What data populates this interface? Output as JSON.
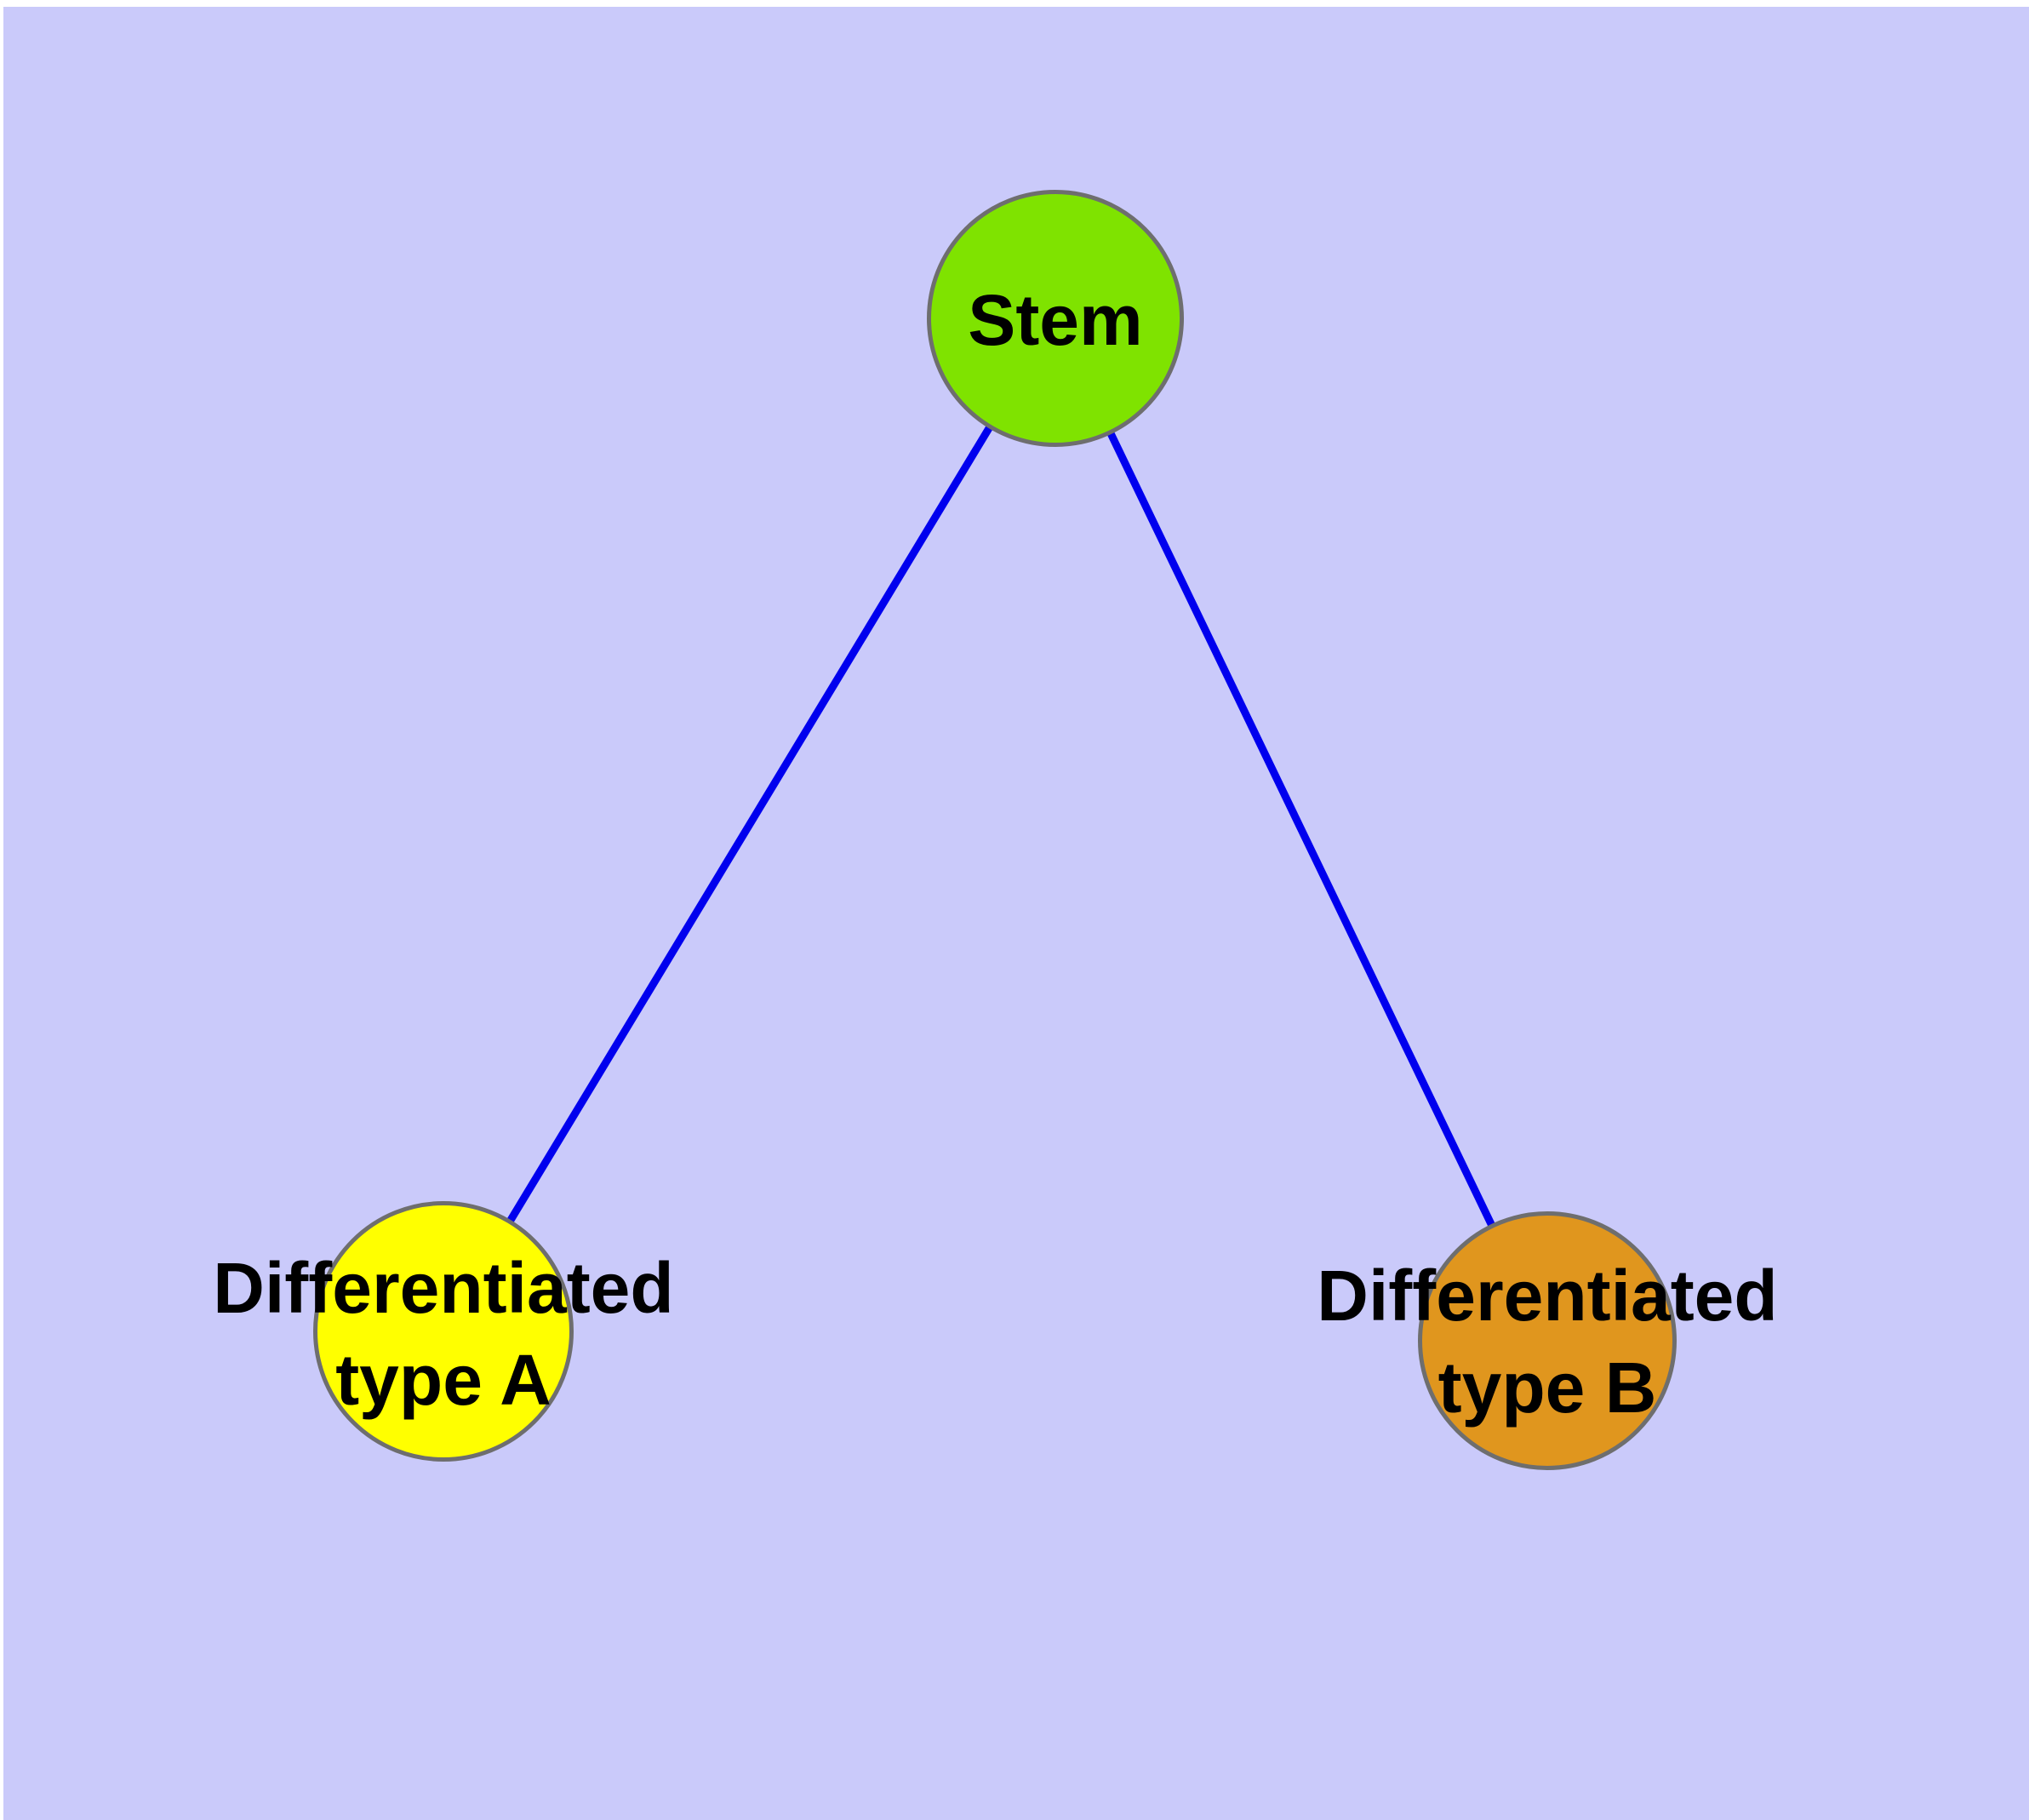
{
  "diagram": {
    "type": "node-link-graph",
    "description": "Tree of a stem cell differentiating into two cell types",
    "nodes": {
      "stem": {
        "label": "Stem",
        "fill": "#7FE300",
        "shape": "circle"
      },
      "type_a": {
        "label_lines": [
          "Differentiated",
          "type A"
        ],
        "fill": "#FFFF00",
        "shape": "circle"
      },
      "type_b": {
        "label_lines": [
          "Differentiated",
          "type B"
        ],
        "fill": "#E0961E",
        "shape": "circle"
      }
    },
    "edges": [
      {
        "from": "Stem",
        "to": "Differentiated type A"
      },
      {
        "from": "Stem",
        "to": "Differentiated type B"
      }
    ]
  },
  "colors": {
    "page_bg": "#FFFFFF",
    "canvas_bg": "#CACAFA",
    "edge_stroke": "#0000EE",
    "node_border": "#6E6E6E",
    "stem_fill": "#7FE300",
    "type_a_fill": "#FFFF00",
    "type_b_fill": "#E0961E",
    "label_text": "#000000"
  }
}
